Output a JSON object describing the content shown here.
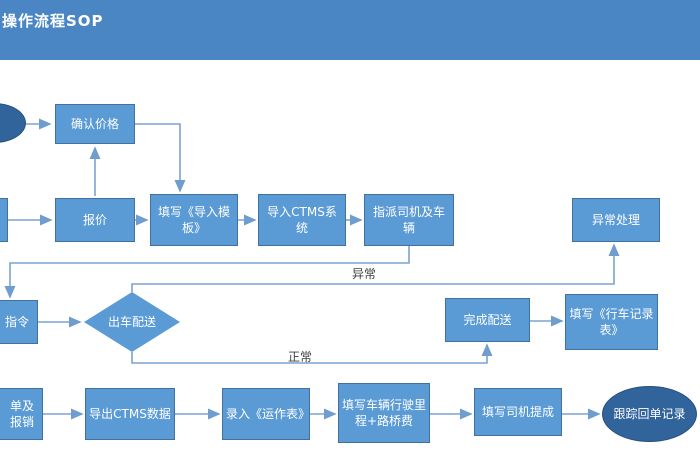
{
  "header": {
    "title": "操作流程SOP"
  },
  "colors": {
    "header_bg": "#4a86c4",
    "box_fill": "#5b9bd5",
    "box_border": "#41719c",
    "ellipse_fill": "#31649b",
    "connector": "#7aa3d2",
    "edge_label_text": "#404040"
  },
  "nodes": {
    "start_ellipse": {
      "label": ""
    },
    "confirm_price": {
      "label": "确认价格"
    },
    "row2_cut_box": {
      "label": ""
    },
    "quote": {
      "label": "报价"
    },
    "fill_template": {
      "label": "填写《导入模板》"
    },
    "import_ctms": {
      "label": "导入CTMS系统"
    },
    "assign_driver": {
      "label": "指派司机及车辆"
    },
    "exception_handle": {
      "label": "异常处理"
    },
    "dispatch_order": {
      "label": "指令"
    },
    "dispatch_delivery": {
      "label": "出车配送"
    },
    "complete_delivery": {
      "label": "完成配送"
    },
    "driving_record": {
      "label": "填写《行车记录表》"
    },
    "bill_reimburse": {
      "label": "单及\n报销"
    },
    "export_ctms": {
      "label": "导出CTMS数据"
    },
    "entry_operation": {
      "label": "录入《运作表》"
    },
    "vehicle_fee": {
      "label": "填写车辆行驶里程+路桥费"
    },
    "driver_commission": {
      "label": "填写司机提成"
    },
    "track_receipt": {
      "label": "跟踪回单记录"
    }
  },
  "edge_labels": {
    "abnormal": "异常",
    "normal": "正常"
  }
}
